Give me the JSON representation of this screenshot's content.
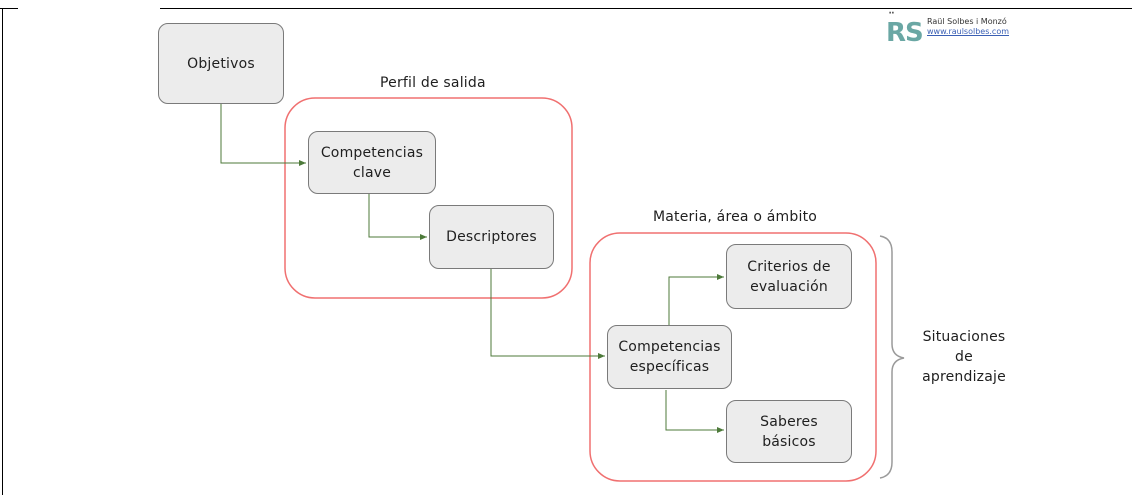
{
  "nodes": {
    "objetivos": "Objetivos",
    "competencias_clave": "Competencias\nclave",
    "descriptores": "Descriptores",
    "competencias_especificas": "Competencias\nespecíficas",
    "criterios": "Criterios de\nevaluación",
    "saberes": "Saberes\nbásicos"
  },
  "groups": {
    "perfil": "Perfil de salida",
    "materia": "Materia, área o ámbito"
  },
  "side_label": "Situaciones\nde\naprendizaje",
  "logo": {
    "mark": "RS",
    "name": "Raül Solbes i Monzó",
    "url": "www.raulsolbes.com"
  },
  "colors": {
    "group_border": "#f07070",
    "arrow": "#4d7a3a",
    "box_fill": "#ececec",
    "box_border": "#7a7a7a"
  }
}
